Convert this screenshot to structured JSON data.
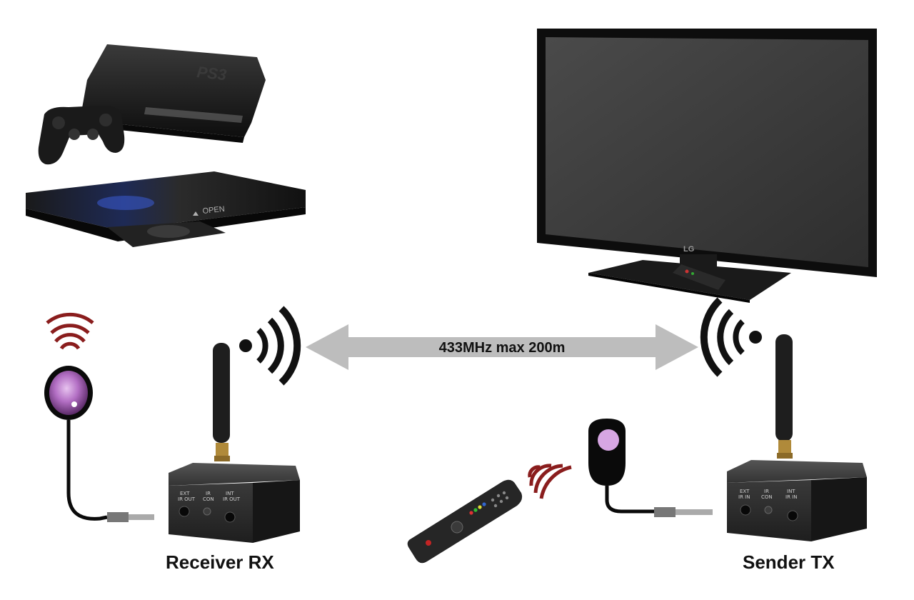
{
  "link": {
    "label": "433MHz max 200m"
  },
  "receiver": {
    "caption": "Receiver RX",
    "port_ext": [
      "EXT",
      "IR OUT"
    ],
    "port_con": [
      "IR",
      "CON"
    ],
    "port_int": [
      "INT",
      "IR OUT"
    ]
  },
  "sender": {
    "caption": "Sender TX",
    "port_ext": [
      "EXT",
      "IR IN"
    ],
    "port_con": [
      "IR",
      "CON"
    ],
    "port_int": [
      "INT",
      "IR IN"
    ]
  },
  "devices": {
    "console_logo": "PS3",
    "player_button": "OPEN",
    "tv_logo": "LG"
  },
  "colors": {
    "arrow": "#bdbdbd",
    "ir_waves": "#8a1d1d",
    "emitter": "#b36fc4",
    "box": "#2e2e2e"
  }
}
